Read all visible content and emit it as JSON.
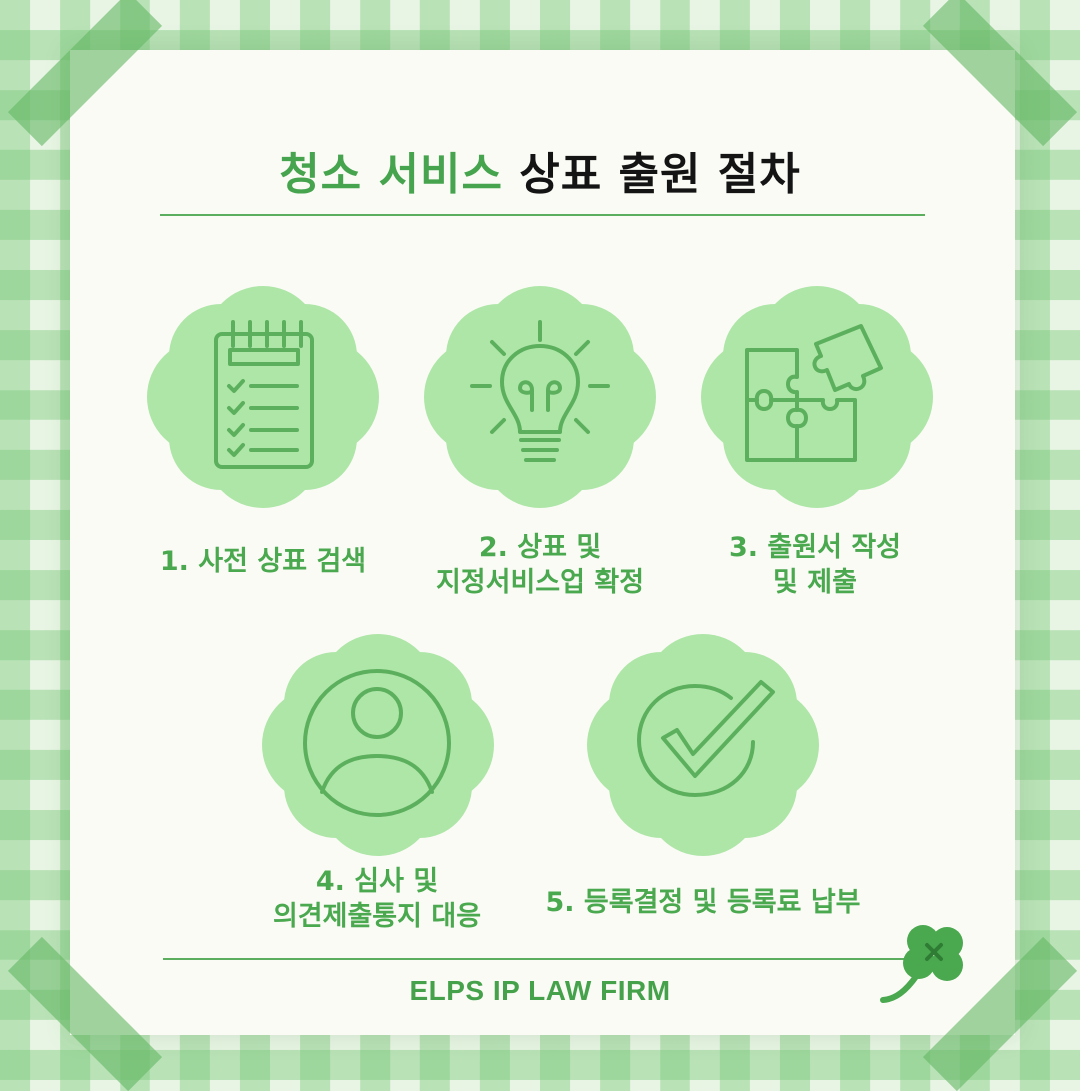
{
  "title": {
    "accent": "청소 서비스",
    "main": "상표 출원 절차"
  },
  "steps": [
    {
      "label_line1": "1. 사전 상표 검색",
      "label_line2": "",
      "icon": "checklist-icon"
    },
    {
      "label_line1": "2. 상표 및",
      "label_line2": "지정서비스업 확정",
      "icon": "lightbulb-icon"
    },
    {
      "label_line1": "3. 출원서 작성",
      "label_line2": "및 제출",
      "icon": "puzzle-icon"
    },
    {
      "label_line1": "4. 심사 및",
      "label_line2": "의견제출통지 대응",
      "icon": "user-icon"
    },
    {
      "label_line1": "5. 등록결정 및 등록료 납부",
      "label_line2": "",
      "icon": "check-circle-icon"
    }
  ],
  "footer": "ELPS IP LAW FIRM",
  "colors": {
    "accent": "#46a44e",
    "flower": "#aee6a8",
    "icon_stroke": "#5cb05d",
    "background": "#fbfbf6"
  }
}
